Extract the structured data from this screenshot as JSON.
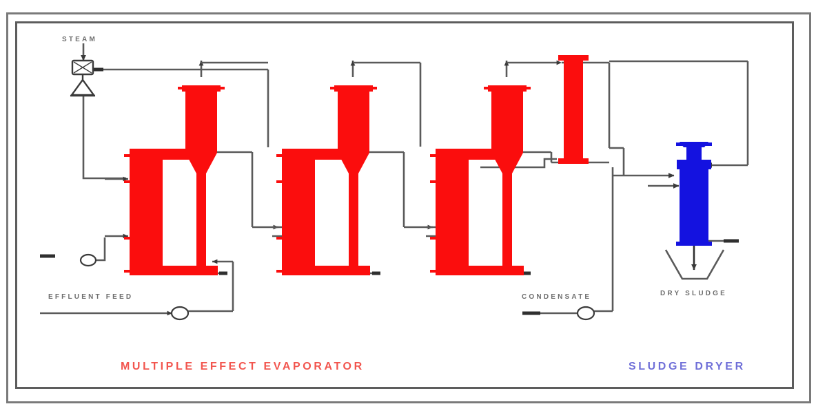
{
  "diagram": {
    "kind": "process-flow-diagram",
    "titles": {
      "left": "MULTIPLE EFFECT EVAPORATOR",
      "right": "SLUDGE DRYER"
    },
    "stream_labels": {
      "steam": "STEAM",
      "effluent_feed": "EFFLUENT FEED",
      "condensate": "CONDENSATE",
      "dry_sludge": "DRY SLUDGE"
    },
    "colors": {
      "evaporator": "#fb0d0d",
      "dryer": "#1412e0",
      "pipe": "#5a5a5a",
      "frame_outer": "#7a7a7a",
      "frame_inner": "#5d5d5d",
      "label_text": "#6e6e6e",
      "title_red": "#f2554e",
      "title_blue": "#6f6fd8",
      "background": "#ffffff"
    },
    "equipment": [
      {
        "id": "steam-control-valve",
        "type": "control-valve",
        "label": "STEAM"
      },
      {
        "id": "evaporator-effect-1",
        "type": "evaporator",
        "effect": 1
      },
      {
        "id": "evaporator-effect-2",
        "type": "evaporator",
        "effect": 2
      },
      {
        "id": "evaporator-effect-3",
        "type": "evaporator",
        "effect": 3
      },
      {
        "id": "condenser-column",
        "type": "condenser"
      },
      {
        "id": "sludge-dryer",
        "type": "dryer"
      },
      {
        "id": "feed-pump",
        "type": "pump"
      },
      {
        "id": "effluent-pump",
        "type": "pump"
      },
      {
        "id": "condensate-pump",
        "type": "pump"
      },
      {
        "id": "dry-sludge-hopper",
        "type": "hopper",
        "label": "DRY SLUDGE"
      }
    ]
  }
}
